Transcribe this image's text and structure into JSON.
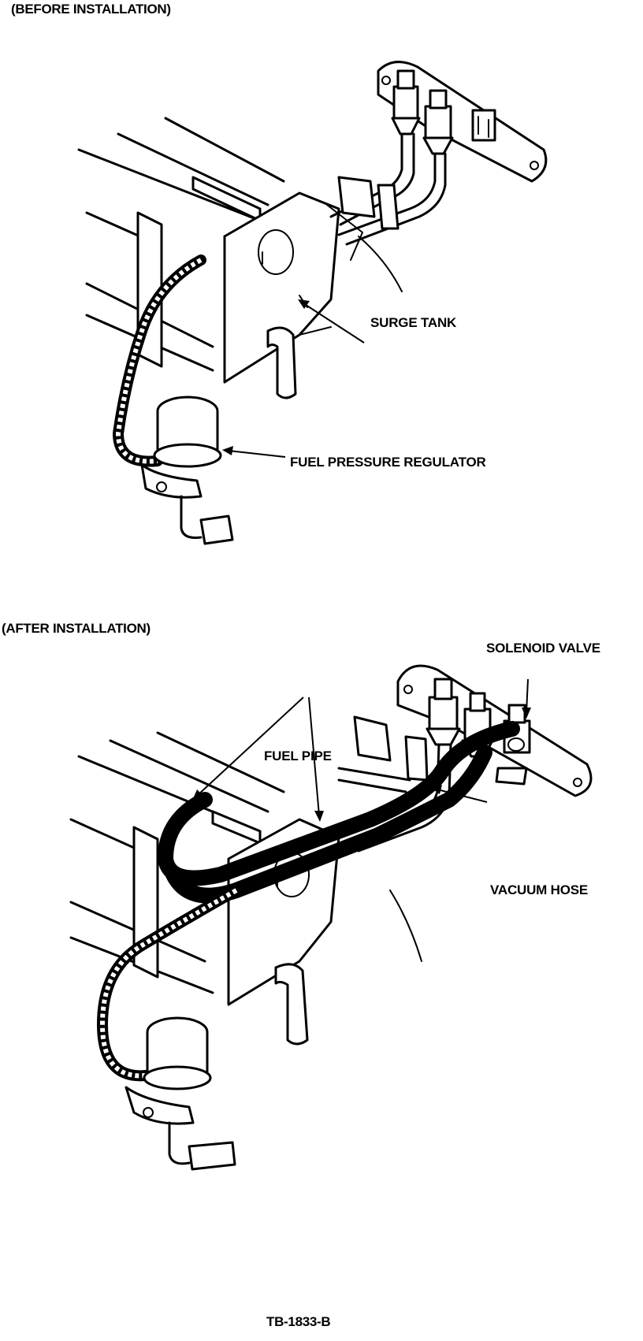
{
  "before": {
    "caption": "(BEFORE INSTALLATION)",
    "labels": {
      "surge_tank": "SURGE TANK",
      "fuel_pressure_regulator": "FUEL PRESSURE REGULATOR"
    }
  },
  "after": {
    "caption": "(AFTER INSTALLATION)",
    "labels": {
      "solenoid_valve": "SOLENOID VALVE",
      "fuel_pipe": "FUEL PIPE",
      "vacuum_hose": "VACUUM HOSE"
    }
  },
  "figure_id": "TB-1833-B"
}
